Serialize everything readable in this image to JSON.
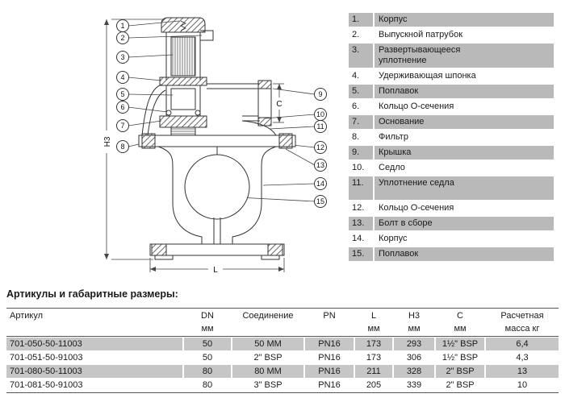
{
  "colors": {
    "background": "#ffffff",
    "parts_row_gray": "#b9b9b9",
    "table_row_gray": "#c6c6c6",
    "line_color": "#333333"
  },
  "diagram": {
    "dims": {
      "h3": "H3",
      "c": "C",
      "l": "L"
    },
    "callouts": [
      "1",
      "2",
      "3",
      "4",
      "5",
      "6",
      "7",
      "8",
      "9",
      "10",
      "11",
      "12",
      "13",
      "14",
      "15"
    ]
  },
  "parts": {
    "items": [
      {
        "num": "1.",
        "label": "Корпус"
      },
      {
        "num": "2.",
        "label": "Выпускной патрубок"
      },
      {
        "num": "3.",
        "label": "Развертывающееся уплотнение"
      },
      {
        "num": "4.",
        "label": "Удерживающая шпонка"
      },
      {
        "num": "5.",
        "label": "Поплавок"
      },
      {
        "num": "6.",
        "label": "Кольцо О-сечения"
      },
      {
        "num": "7.",
        "label": "Основание"
      },
      {
        "num": "8.",
        "label": "Фильтр"
      },
      {
        "num": "9.",
        "label": "Крышка"
      },
      {
        "num": "10.",
        "label": "Седло"
      },
      {
        "num": "11.",
        "label": "Уплотнение седла"
      },
      {
        "num": "12.",
        "label": "Кольцо О-сечения"
      },
      {
        "num": "13.",
        "label": "Болт в сборе"
      },
      {
        "num": "14.",
        "label": "Корпус"
      },
      {
        "num": "15.",
        "label": "Поплавок"
      }
    ]
  },
  "table": {
    "title": "Артикулы и габаритные размеры:",
    "header_row1": [
      "Артикул",
      "DN",
      "Соединение",
      "PN",
      "L",
      "H3",
      "C",
      "Расчетная"
    ],
    "header_row2": [
      "",
      "мм",
      "",
      "",
      "мм",
      "мм",
      "мм",
      "масса кг"
    ],
    "rows": [
      [
        "701-050-50-11003",
        "50",
        "50 MM",
        "PN16",
        "173",
        "293",
        "1½\" BSP",
        "6,4"
      ],
      [
        "701-051-50-91003",
        "50",
        "2\" BSP",
        "PN16",
        "173",
        "306",
        "1½\" BSP",
        "4,3"
      ],
      [
        "701-080-50-11003",
        "80",
        "80 MM",
        "PN16",
        "211",
        "328",
        "2\" BSP",
        "13"
      ],
      [
        "701-081-50-91003",
        "80",
        "3\" BSP",
        "PN16",
        "205",
        "339",
        "2\" BSP",
        "10"
      ]
    ]
  }
}
